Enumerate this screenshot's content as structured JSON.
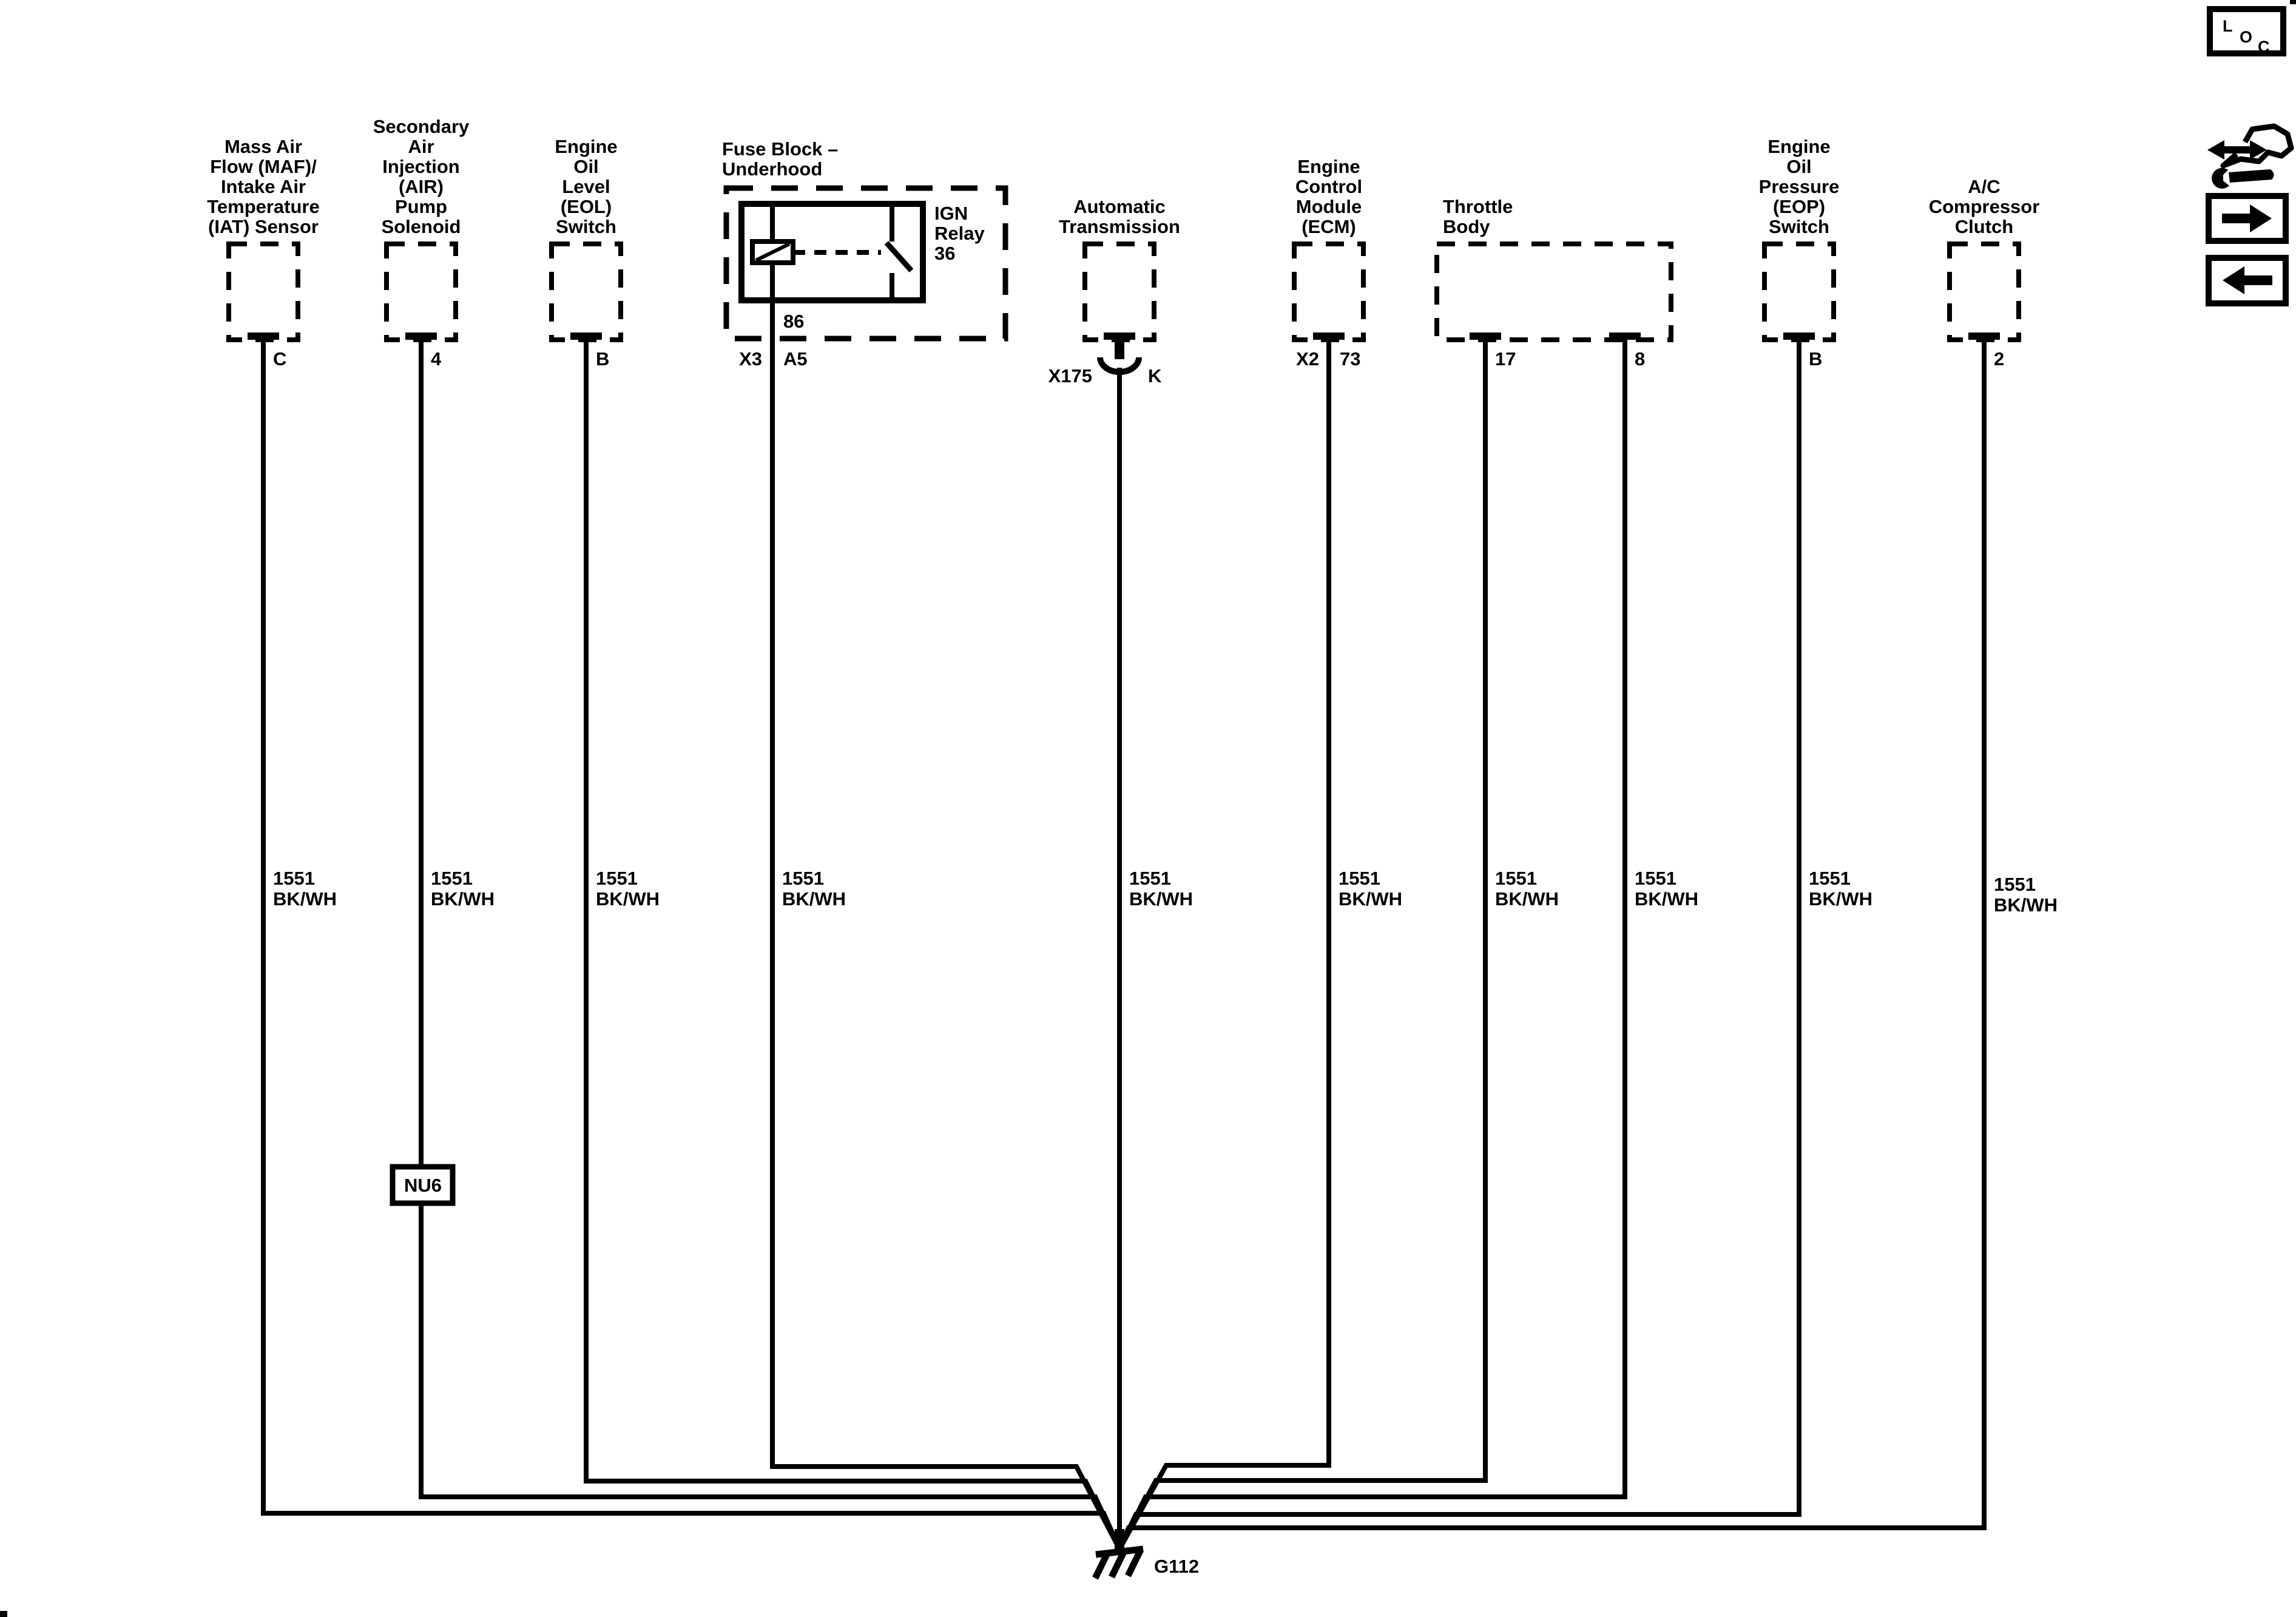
{
  "page": {
    "background": "#ffffff",
    "ink": "#000000"
  },
  "components": {
    "maf": {
      "label_lines": [
        "Mass Air",
        "Flow (MAF)/",
        "Intake Air",
        "Temperature",
        "(IAT) Sensor"
      ],
      "pin": "C"
    },
    "air": {
      "label_lines": [
        "Secondary",
        "Air",
        "Injection",
        "(AIR)",
        "Pump",
        "Solenoid"
      ],
      "pin": "4"
    },
    "eol": {
      "label_lines": [
        "Engine",
        "Oil",
        "Level",
        "(EOL)",
        "Switch"
      ],
      "pin": "B"
    },
    "fuse_block": {
      "label_lines": [
        "Fuse Block –",
        "Underhood"
      ],
      "relay_label_lines": [
        "IGN",
        "Relay",
        "36"
      ],
      "relay_pin": "86",
      "connector": "X3",
      "terminal": "A5"
    },
    "auto_trans": {
      "label_lines": [
        "Automatic",
        "Transmission"
      ],
      "connector": "X175",
      "pin": "K"
    },
    "ecm": {
      "label_lines": [
        "Engine",
        "Control",
        "Module",
        "(ECM)"
      ],
      "connector": "X2",
      "terminal": "73"
    },
    "throttle": {
      "label_lines": [
        "Throttle",
        "Body"
      ],
      "pin_a": "17",
      "pin_b": "8"
    },
    "eop": {
      "label_lines": [
        "Engine",
        "Oil",
        "Pressure",
        "(EOP)",
        "Switch"
      ],
      "pin": "B"
    },
    "ac": {
      "label_lines": [
        "A/C",
        "Compressor",
        "Clutch"
      ],
      "pin": "2"
    }
  },
  "wire": {
    "circuit": "1551",
    "color": "BK/WH"
  },
  "inline_option": {
    "label": "NU6"
  },
  "ground": {
    "label": "G112"
  },
  "nav": {
    "loc_l": "L",
    "loc_o": "O",
    "loc_c": "C"
  }
}
